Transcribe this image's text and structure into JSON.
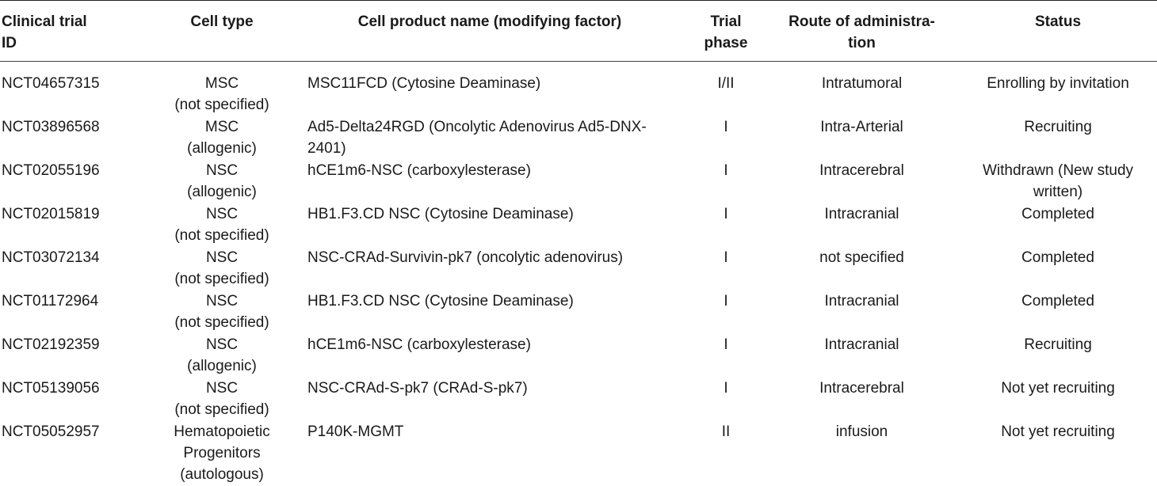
{
  "headers": {
    "id": [
      "Clinical trial",
      "ID"
    ],
    "type": [
      "Cell type"
    ],
    "product": [
      "Cell product name (modifying factor)"
    ],
    "phase": [
      "Trial",
      "phase"
    ],
    "route": [
      "Route of administra-",
      "tion"
    ],
    "status": [
      "Status"
    ]
  },
  "rows": [
    {
      "id": "NCT04657315",
      "type": [
        "MSC",
        "(not specified)"
      ],
      "product": [
        "MSC11FCD (Cytosine Deaminase)"
      ],
      "phase": "I/II",
      "route": "Intratumoral",
      "status": [
        "Enrolling by invitation"
      ]
    },
    {
      "id": "NCT03896568",
      "type": [
        "MSC",
        "(allogenic)"
      ],
      "product": [
        "Ad5-Delta24RGD (Oncolytic Adenovirus Ad5-DNX-",
        "2401)"
      ],
      "phase": "I",
      "route": "Intra-Arterial",
      "status": [
        "Recruiting"
      ]
    },
    {
      "id": "NCT02055196",
      "type": [
        "NSC",
        "(allogenic)"
      ],
      "product": [
        "hCE1m6-NSC (carboxylesterase)"
      ],
      "phase": "I",
      "route": "Intracerebral",
      "status": [
        "Withdrawn (New study",
        "written)"
      ]
    },
    {
      "id": "NCT02015819",
      "type": [
        "NSC",
        "(not specified)"
      ],
      "product": [
        "HB1.F3.CD NSC (Cytosine Deaminase)"
      ],
      "phase": "I",
      "route": "Intracranial",
      "status": [
        "Completed"
      ]
    },
    {
      "id": "NCT03072134",
      "type": [
        "NSC",
        "(not specified)"
      ],
      "product": [
        "NSC-CRAd-Survivin-pk7 (oncolytic adenovirus)"
      ],
      "phase": "I",
      "route": "not specified",
      "status": [
        "Completed"
      ]
    },
    {
      "id": "NCT01172964",
      "type": [
        "NSC",
        "(not specified)"
      ],
      "product": [
        "HB1.F3.CD NSC (Cytosine Deaminase)"
      ],
      "phase": "I",
      "route": "Intracranial",
      "status": [
        "Completed"
      ]
    },
    {
      "id": "NCT02192359",
      "type": [
        "NSC",
        "(allogenic)"
      ],
      "product": [
        "hCE1m6-NSC (carboxylesterase)"
      ],
      "phase": "I",
      "route": "Intracranial",
      "status": [
        "Recruiting"
      ]
    },
    {
      "id": "NCT05139056",
      "type": [
        "NSC",
        "(not specified)"
      ],
      "product": [
        "NSC-CRAd-S-pk7 (CRAd-S-pk7)"
      ],
      "phase": "I",
      "route": "Intracerebral",
      "status": [
        "Not yet recruiting"
      ]
    },
    {
      "id": "NCT05052957",
      "type": [
        "Hematopoietic",
        "Progenitors",
        "(autologous)"
      ],
      "product": [
        "P140K-MGMT"
      ],
      "phase": "II",
      "route": "infusion",
      "status": [
        "Not yet recruiting"
      ]
    }
  ]
}
